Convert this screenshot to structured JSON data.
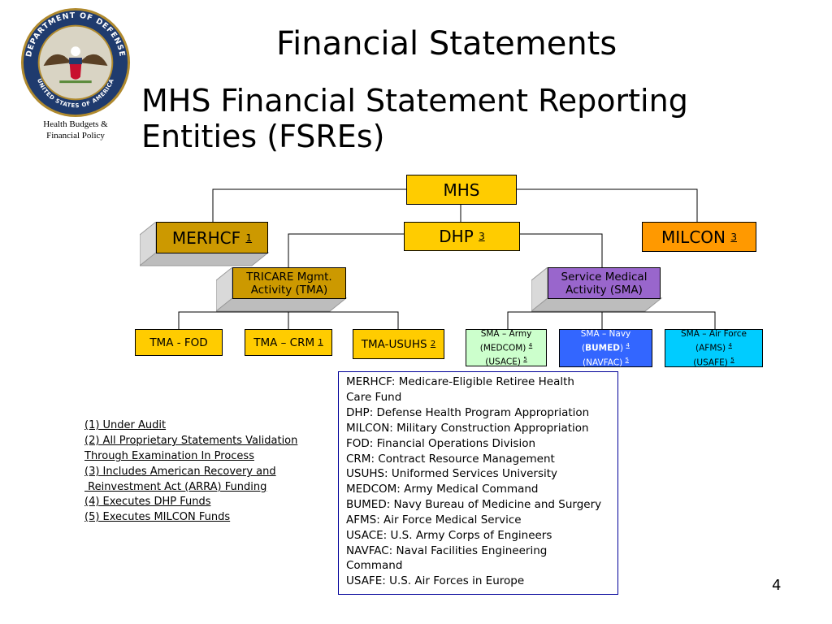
{
  "header": {
    "seal_caption_line1": "Health Budgets  &",
    "seal_caption_line2": "Financial Policy",
    "seal_ring_text_top": "DEPARTMENT OF DEFENSE",
    "seal_ring_text_bottom": "UNITED STATES OF AMERICA",
    "title": "Financial Statements",
    "subtitle_line1": "MHS Financial Statement Reporting",
    "subtitle_line2": "Entities (FSREs)"
  },
  "org_chart": {
    "mhs": {
      "label": "MHS"
    },
    "merhcf": {
      "label": "MERHCF",
      "note": "1"
    },
    "dhp": {
      "label": "DHP",
      "note": "3"
    },
    "milcon": {
      "label": "MILCON",
      "note": "3"
    },
    "tma": {
      "line1": "TRICARE Mgmt.",
      "line2": "Activity (TMA)"
    },
    "sma": {
      "line1": "Service Medical",
      "line2": "Activity (SMA)"
    },
    "tma_fod": {
      "label": "TMA - FOD"
    },
    "tma_crm": {
      "label": "TMA – CRM",
      "note": "1"
    },
    "tma_usuhs": {
      "label": "TMA-USUHS",
      "note": "2"
    },
    "sma_army": {
      "line1": "SMA – Army",
      "line2": "(MEDCOM)",
      "note2": "4",
      "line3": "(USACE)",
      "note3": "5"
    },
    "sma_navy": {
      "line1": "SMA – Navy",
      "line2_pre": "(",
      "line2_bold": "BUMED",
      "line2_post": ")",
      "note2": "4",
      "line3": "(NAVFAC)",
      "note3": "5"
    },
    "sma_af": {
      "line1": "SMA – Air Force",
      "line2": "(AFMS)",
      "note2": "4",
      "line3": "(USAFE)",
      "note3": "5"
    }
  },
  "footnotes": [
    "(1) Under Audit",
    "(2) All Proprietary Statements Validation",
    "Through Examination In Process",
    "(3) Includes American Recovery and",
    " Reinvestment Act (ARRA) Funding",
    "(4) Executes DHP Funds",
    "(5) Executes MILCON Funds"
  ],
  "abbreviations": [
    "MERHCF: Medicare-Eligible Retiree Health",
    "Care Fund",
    "DHP: Defense Health Program Appropriation",
    "MILCON: Military Construction Appropriation",
    "FOD: Financial Operations Division",
    "CRM: Contract Resource Management",
    "USUHS: Uniformed Services University",
    "MEDCOM: Army Medical Command",
    "BUMED: Navy Bureau of Medicine and Surgery",
    "AFMS: Air Force Medical Service",
    "USACE: U.S. Army Corps of Engineers",
    "NAVFAC: Naval Facilities Engineering",
    "Command",
    "USAFE: U.S. Air Forces in Europe"
  ],
  "page_number": "4",
  "colors": {
    "gold": "#FFCC00",
    "dark_gold": "#CC9900",
    "orange": "#FF9900",
    "purple": "#9966CC",
    "army_green": "#CCFFCC",
    "navy_blue": "#3366FF",
    "af_cyan": "#00CCFF",
    "abbr_border": "#000099"
  }
}
